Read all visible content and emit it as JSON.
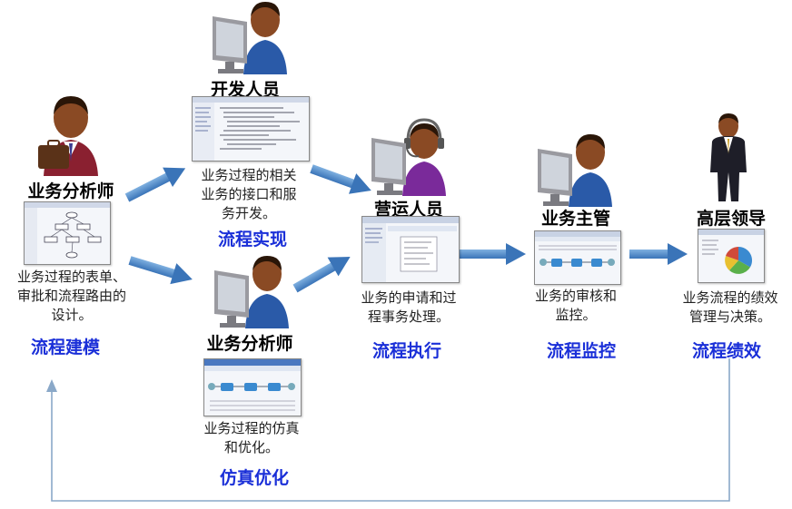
{
  "roles": {
    "analyst_model": "业务分析师",
    "developer": "开发人员",
    "analyst_sim": "业务分析师",
    "operator": "营运人员",
    "supervisor": "业务主管",
    "executive": "高层领导"
  },
  "descriptions": {
    "model": [
      "业务过程的表单、",
      "审批和流程路由的",
      "设计。"
    ],
    "implement": [
      "业务过程的相关",
      "业务的接口和服",
      "务开发。"
    ],
    "simulate": [
      "业务过程的仿真",
      "和优化。"
    ],
    "execute": [
      "业务的申请和过",
      "程事务处理。"
    ],
    "monitor": [
      "业务的审核和",
      "监控。"
    ],
    "performance": [
      "业务流程的绩效",
      "管理与决策。"
    ]
  },
  "stages": {
    "model": "流程建模",
    "implement": "流程实现",
    "simulate": "仿真优化",
    "execute": "流程执行",
    "monitor": "流程监控",
    "performance": "流程绩效"
  },
  "colors": {
    "stage_text": "#1a2fd8",
    "arrow": "#4a86c8",
    "feedback_line": "#8aa8c8",
    "skin": "#8a4a24",
    "hair": "#2a1608",
    "shirt_blue": "#2a5aa8",
    "shirt_purple": "#7a2a9a",
    "monitor_gray": "#9a9aa0"
  },
  "icons": [
    "person-briefcase-icon",
    "person-computer-icon",
    "person-headset-icon",
    "person-suit-icon",
    "app-screenshot-icon",
    "flow-arrow-icon"
  ]
}
